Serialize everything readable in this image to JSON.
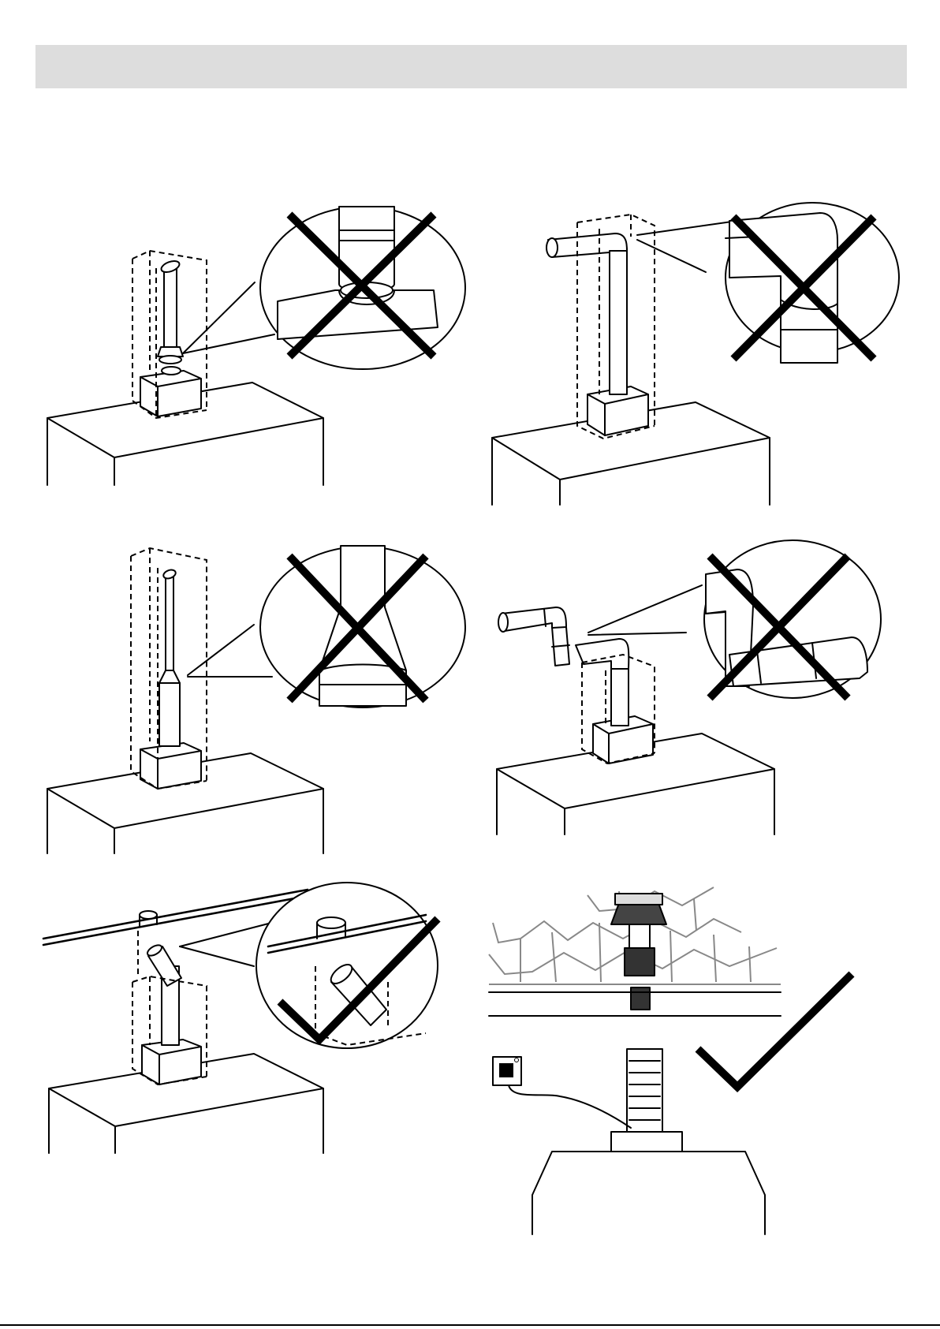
{
  "page": {
    "header_bar_color": "#dddddd"
  },
  "panels": [
    {
      "id": "p1",
      "status": "incorrect",
      "mark_icon": "cross-icon"
    },
    {
      "id": "p2",
      "status": "incorrect",
      "mark_icon": "cross-icon"
    },
    {
      "id": "p3",
      "status": "incorrect",
      "mark_icon": "cross-icon"
    },
    {
      "id": "p4",
      "status": "incorrect",
      "mark_icon": "cross-icon"
    },
    {
      "id": "p5",
      "status": "correct",
      "mark_icon": "check-icon"
    },
    {
      "id": "p6",
      "status": "correct",
      "mark_icon": "check-icon"
    }
  ]
}
